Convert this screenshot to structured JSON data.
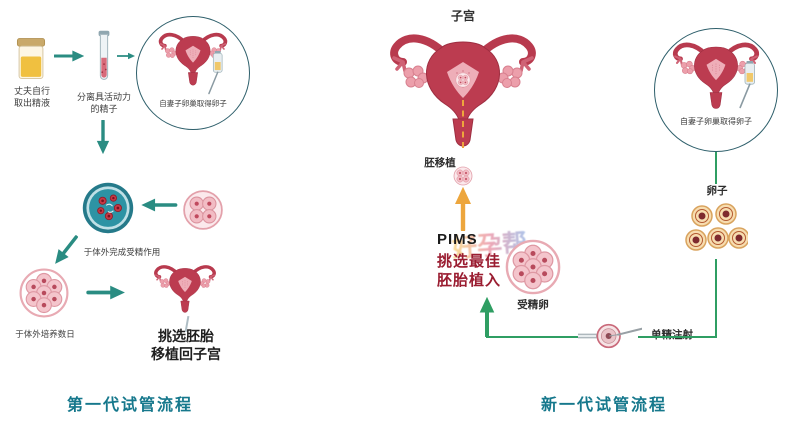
{
  "left": {
    "title": "第一代试管流程",
    "step1": [
      "丈夫自行",
      "取出精液"
    ],
    "step2": [
      "分离具活动力",
      "的精子"
    ],
    "circle_label": "自妻子卵巢取得卵子",
    "fertilize_label": "于体外完成受精作用",
    "culture_label": "于体外培养数日",
    "transfer": [
      "挑选胚胎",
      "移植回子宫"
    ]
  },
  "right": {
    "title": "新一代试管流程",
    "uterus_label": "子宫",
    "transfer_label": "胚移植",
    "pims": [
      "PIMS",
      "挑选最佳",
      "胚胎植入"
    ],
    "fertilized_label": "受精卵",
    "injection_label": "单精注射",
    "eggs_label": "卵子",
    "circle_label": "自妻子卵巢取得卵子"
  },
  "watermark": "好孕帮",
  "colors": {
    "teal_arrow": "#2a8c82",
    "green_line": "#2f9e63",
    "orange_arrow": "#eda63d",
    "uterus_red": "#bc3c50",
    "petri_teal": "#2d93a4",
    "title_teal": "#16788c",
    "pims_red": "#9a1d31"
  }
}
